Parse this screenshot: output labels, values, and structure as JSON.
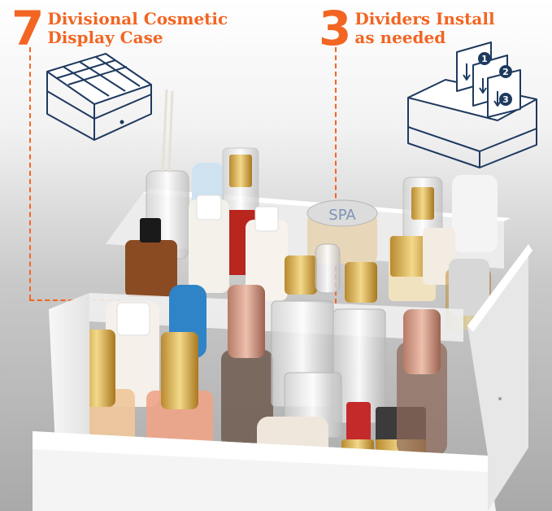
{
  "features": [
    {
      "number": "7",
      "line1": "Divisional Cosmetic",
      "line2": "Display Case",
      "icon": "divisional-organizer-icon"
    },
    {
      "number": "3",
      "line1": "Dividers Install",
      "line2": "as needed",
      "icon": "divider-install-icon"
    }
  ],
  "divider_steps": [
    "1",
    "2",
    "3"
  ],
  "spa_label": "SPA",
  "colors": {
    "accent": "#f26522",
    "outline": "#1e3a5f",
    "case": "#ffffff",
    "background": "#bdbdbd"
  }
}
